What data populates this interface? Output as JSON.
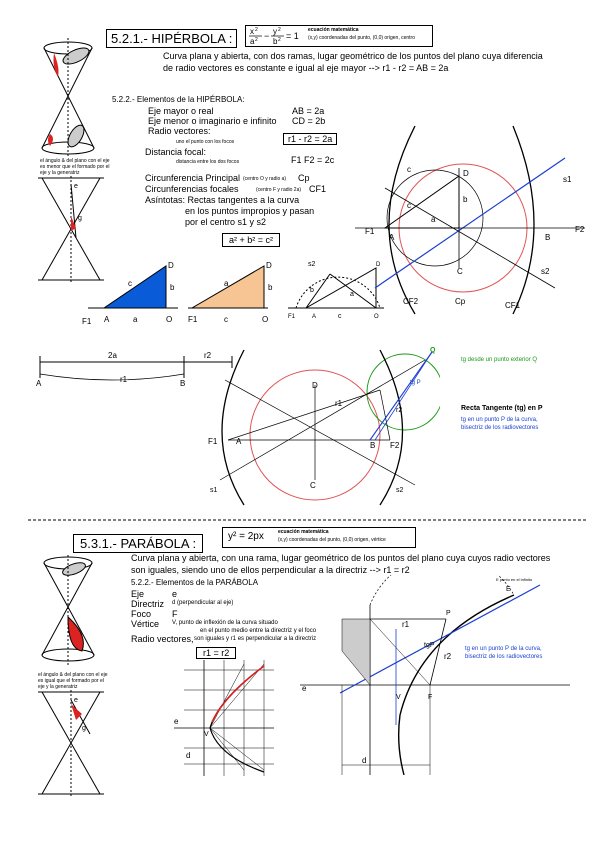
{
  "hyperbola": {
    "title": "5.2.1.- HIPÉRBOLA :",
    "equation": "x²/a² − y²/b² = 1",
    "eq_label": "ecuación matemática",
    "eq_sub": "(x,y) coordenadas del punto, (0,0) origen, centro",
    "desc1": "Curva plana y abierta, con dos ramas, lugar geométrico de los puntos del plano cuya diferencia",
    "desc2": "de radio vectores es constante e igual al eje mayor  --> r1 - r2 = AB = 2a",
    "elements_title": "5.2.2.- Elementos de la HIPÉRBOLA:",
    "elements": [
      {
        "name": "Eje mayor o real",
        "value": "AB = 2a"
      },
      {
        "name": "Eje menor o imaginario e infinito",
        "value": "CD = 2b"
      },
      {
        "name": "Radio vectores:",
        "value": "r1 - r2 = 2a"
      },
      {
        "name": "Distancia focal:",
        "value": "F1 F2 = 2c"
      }
    ],
    "radio_note": "uno el punto con los focos",
    "focal_note": "distancia entre los dos focos",
    "circ_principal": "Circunferencia Principal",
    "circ_principal_note": "(centro O y radio a)",
    "circ_principal_sym": "Cp",
    "circ_focal": "Circunferencias focales",
    "circ_focal_note": "(centro F y radio 2a)",
    "circ_focal_sym": "CF1",
    "asintotas1": "Asíntotas: Rectas tangentes a la curva",
    "asintotas2": "en los puntos impropios  y pasan",
    "asintotas3": "por el centro  s1 y s2",
    "pythagoras": "a² + b² = c²",
    "cone_note": "el ángulo & del plano con el eje es menor que el formado por el eje y la generatriz",
    "tangent_title": "Recta Tangente (tg) en P",
    "tangent_note1": "tg en un punto P de la curva,",
    "tangent_note2": "bisectriz de los radiovectores",
    "tg_q_note": "tg desde un punto exterior Q"
  },
  "parabola": {
    "title": "5.3.1.- PARÁBOLA :",
    "equation": "y² = 2px",
    "eq_label": "ecuación matemática",
    "eq_sub": "(x,y) coordenadas del punto, (0,0) origen, vértice",
    "desc1": "Curva plana y abierta, con una rama, lugar geométrico de los puntos del plano cuya cuyos radio vectores",
    "desc2": "son iguales, siendo uno de ellos perpendicular a la directriz --> r1 = r2",
    "elements_title": "5.2.2.- Elementos de la PARÁBOLA",
    "eje": "Eje",
    "eje_v": "e",
    "directriz": "Directriz",
    "directriz_v": "d (perpendicular al eje)",
    "foco": "Foco",
    "foco_v": "F",
    "vertice": "Vértice",
    "vertice_v1": "V, punto de inflexión de la curva situado",
    "vertice_v2": "en el punto medio entre la directriz y el foco",
    "radio": "Radio vectores,",
    "radio_v": "son iguales y r1 es perpendicular a la directriz",
    "r_eq": "r1 = r2",
    "cone_note": "el ángulo & del plano con el eje es igual que el formado por el eje y la generatriz",
    "tangent_note1": "tg en un punto P de la curva,",
    "tangent_note2": "bisectriz de los radiovectores",
    "e_note": "E punto en el infinito"
  }
}
